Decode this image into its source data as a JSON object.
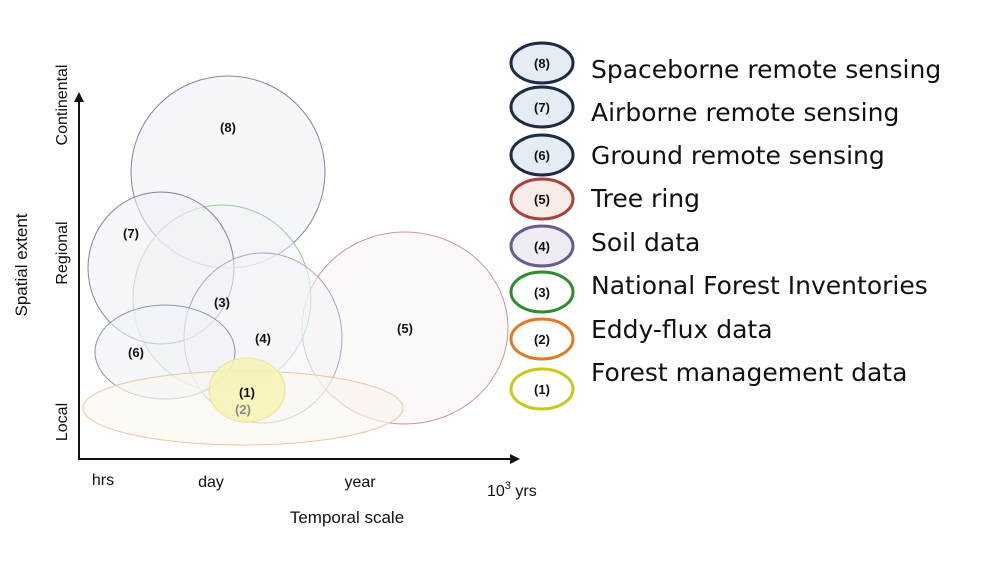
{
  "diagram": {
    "y_axis_title": "Spatial extent",
    "x_axis_title": "Temporal scale",
    "y_levels": [
      "Local",
      "Regional",
      "Continental"
    ],
    "x_levels": [
      "hrs",
      "day",
      "year",
      "10",
      "3",
      " yrs"
    ]
  },
  "bubbles": [
    {
      "label": "(1)",
      "fill": "#f6f3b4",
      "stroke": "#e9e39a"
    },
    {
      "label": "(2)",
      "fill": "#fbf5ee",
      "stroke": "#ecc6a2"
    },
    {
      "label": "(3)",
      "fill": "#f0f4f8",
      "stroke": "#9cc89c"
    },
    {
      "label": "(4)",
      "fill": "#f4f4f8",
      "stroke": "#a8a8c2"
    },
    {
      "label": "(5)",
      "fill": "#fbf5f5",
      "stroke": "#c89c9c"
    },
    {
      "label": "(6)",
      "fill": "#eef1f6",
      "stroke": "#8f97a3"
    },
    {
      "label": "(7)",
      "fill": "#eef1f6",
      "stroke": "#7f8794"
    },
    {
      "label": "(8)",
      "fill": "#eef1f7",
      "stroke": "#7f8794"
    }
  ],
  "legend": [
    {
      "label": "(8)",
      "text": "Spaceborne remote sensing",
      "fill": "#e6ecf3",
      "stroke": "#1b2c44"
    },
    {
      "label": "(7)",
      "text": "Airborne remote sensing",
      "fill": "#e6ecf3",
      "stroke": "#1b2c44"
    },
    {
      "label": "(6)",
      "text": "Ground remote sensing",
      "fill": "#e6ecf3",
      "stroke": "#1b2c44"
    },
    {
      "label": "(5)",
      "text": "Tree ring",
      "fill": "#f8ece9",
      "stroke": "#a8423c"
    },
    {
      "label": "(4)",
      "text": "Soil data",
      "fill": "#efecf3",
      "stroke": "#6c5a8e"
    },
    {
      "label": "(3)",
      "text": "National Forest Inventories",
      "fill": "#ffffff",
      "stroke": "#2e8b2e"
    },
    {
      "label": "(2)",
      "text": "Eddy-flux data",
      "fill": "#ffffff",
      "stroke": "#e07a26"
    },
    {
      "label": "(1)",
      "text": "Forest management data",
      "fill": "#ffffff",
      "stroke": "#c8c81e"
    }
  ]
}
